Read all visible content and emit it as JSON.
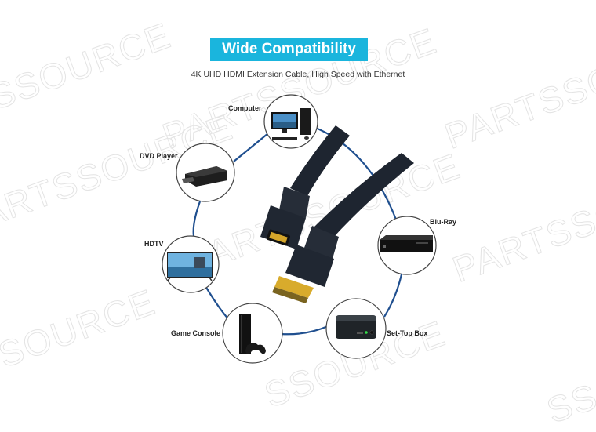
{
  "header": {
    "title": "Wide Compatibility",
    "subtitle": "4K UHD HDMI Extension Cable, High Speed with Ethernet",
    "banner_color": "#1ab5dd"
  },
  "watermark": {
    "text_a": "PARTSSOURCE",
    "text_b": "SSOURCE",
    "text_c": "PARTSSOURCE",
    "mark": "®"
  },
  "devices": [
    {
      "label": "Computer",
      "icon": "desktop-computer-icon"
    },
    {
      "label": "DVD Player",
      "icon": "dvd-player-icon"
    },
    {
      "label": "HDTV",
      "icon": "tv-icon"
    },
    {
      "label": "Game Console",
      "icon": "game-console-icon"
    },
    {
      "label": "Set-Top Box",
      "icon": "set-top-box-icon"
    },
    {
      "label": "Blu-Ray",
      "icon": "blu-ray-player-icon"
    }
  ],
  "product": {
    "name": "HDMI extension cable",
    "connector_male": "hdmi-male-connector",
    "connector_female": "hdmi-female-connector",
    "cable_color": "#1e2530",
    "ring_color": "#1f4f8f"
  }
}
